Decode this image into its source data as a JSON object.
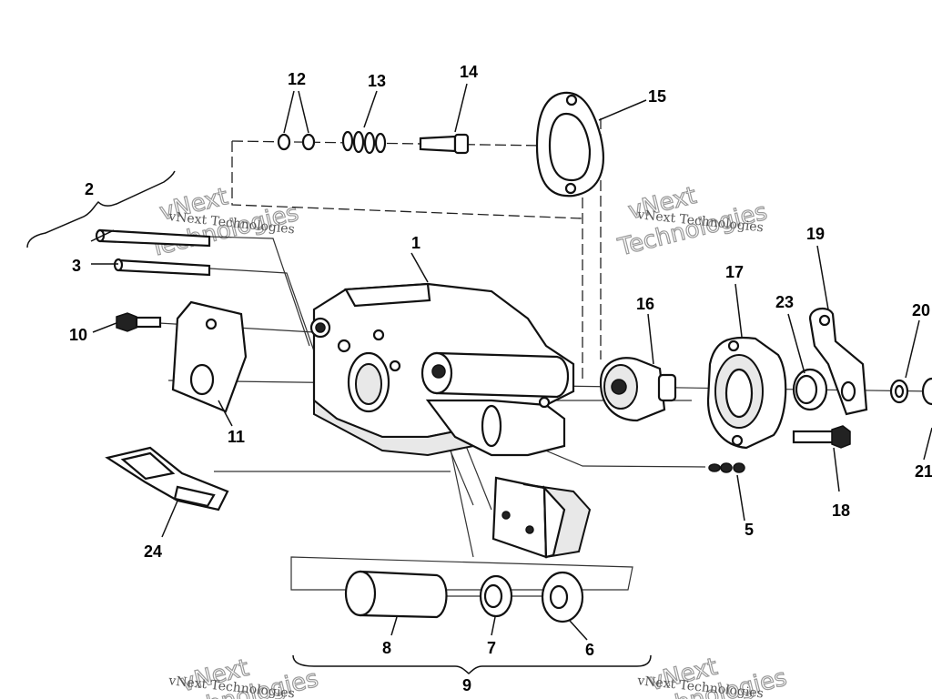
{
  "diagram": {
    "callouts": {
      "c1": "1",
      "c2": "2",
      "c3": "3",
      "c5": "5",
      "c6": "6",
      "c7": "7",
      "c8": "8",
      "c9": "9",
      "c10": "10",
      "c11": "11",
      "c12": "12",
      "c13": "13",
      "c14": "14",
      "c15": "15",
      "c16": "16",
      "c17": "17",
      "c18": "18",
      "c19": "19",
      "c20": "20",
      "c21": "21",
      "c23": "23",
      "c24": "24"
    },
    "watermark": {
      "small_text": "vNext Technologies",
      "big_line1": "vNext",
      "big_line2": "Technologies"
    }
  }
}
